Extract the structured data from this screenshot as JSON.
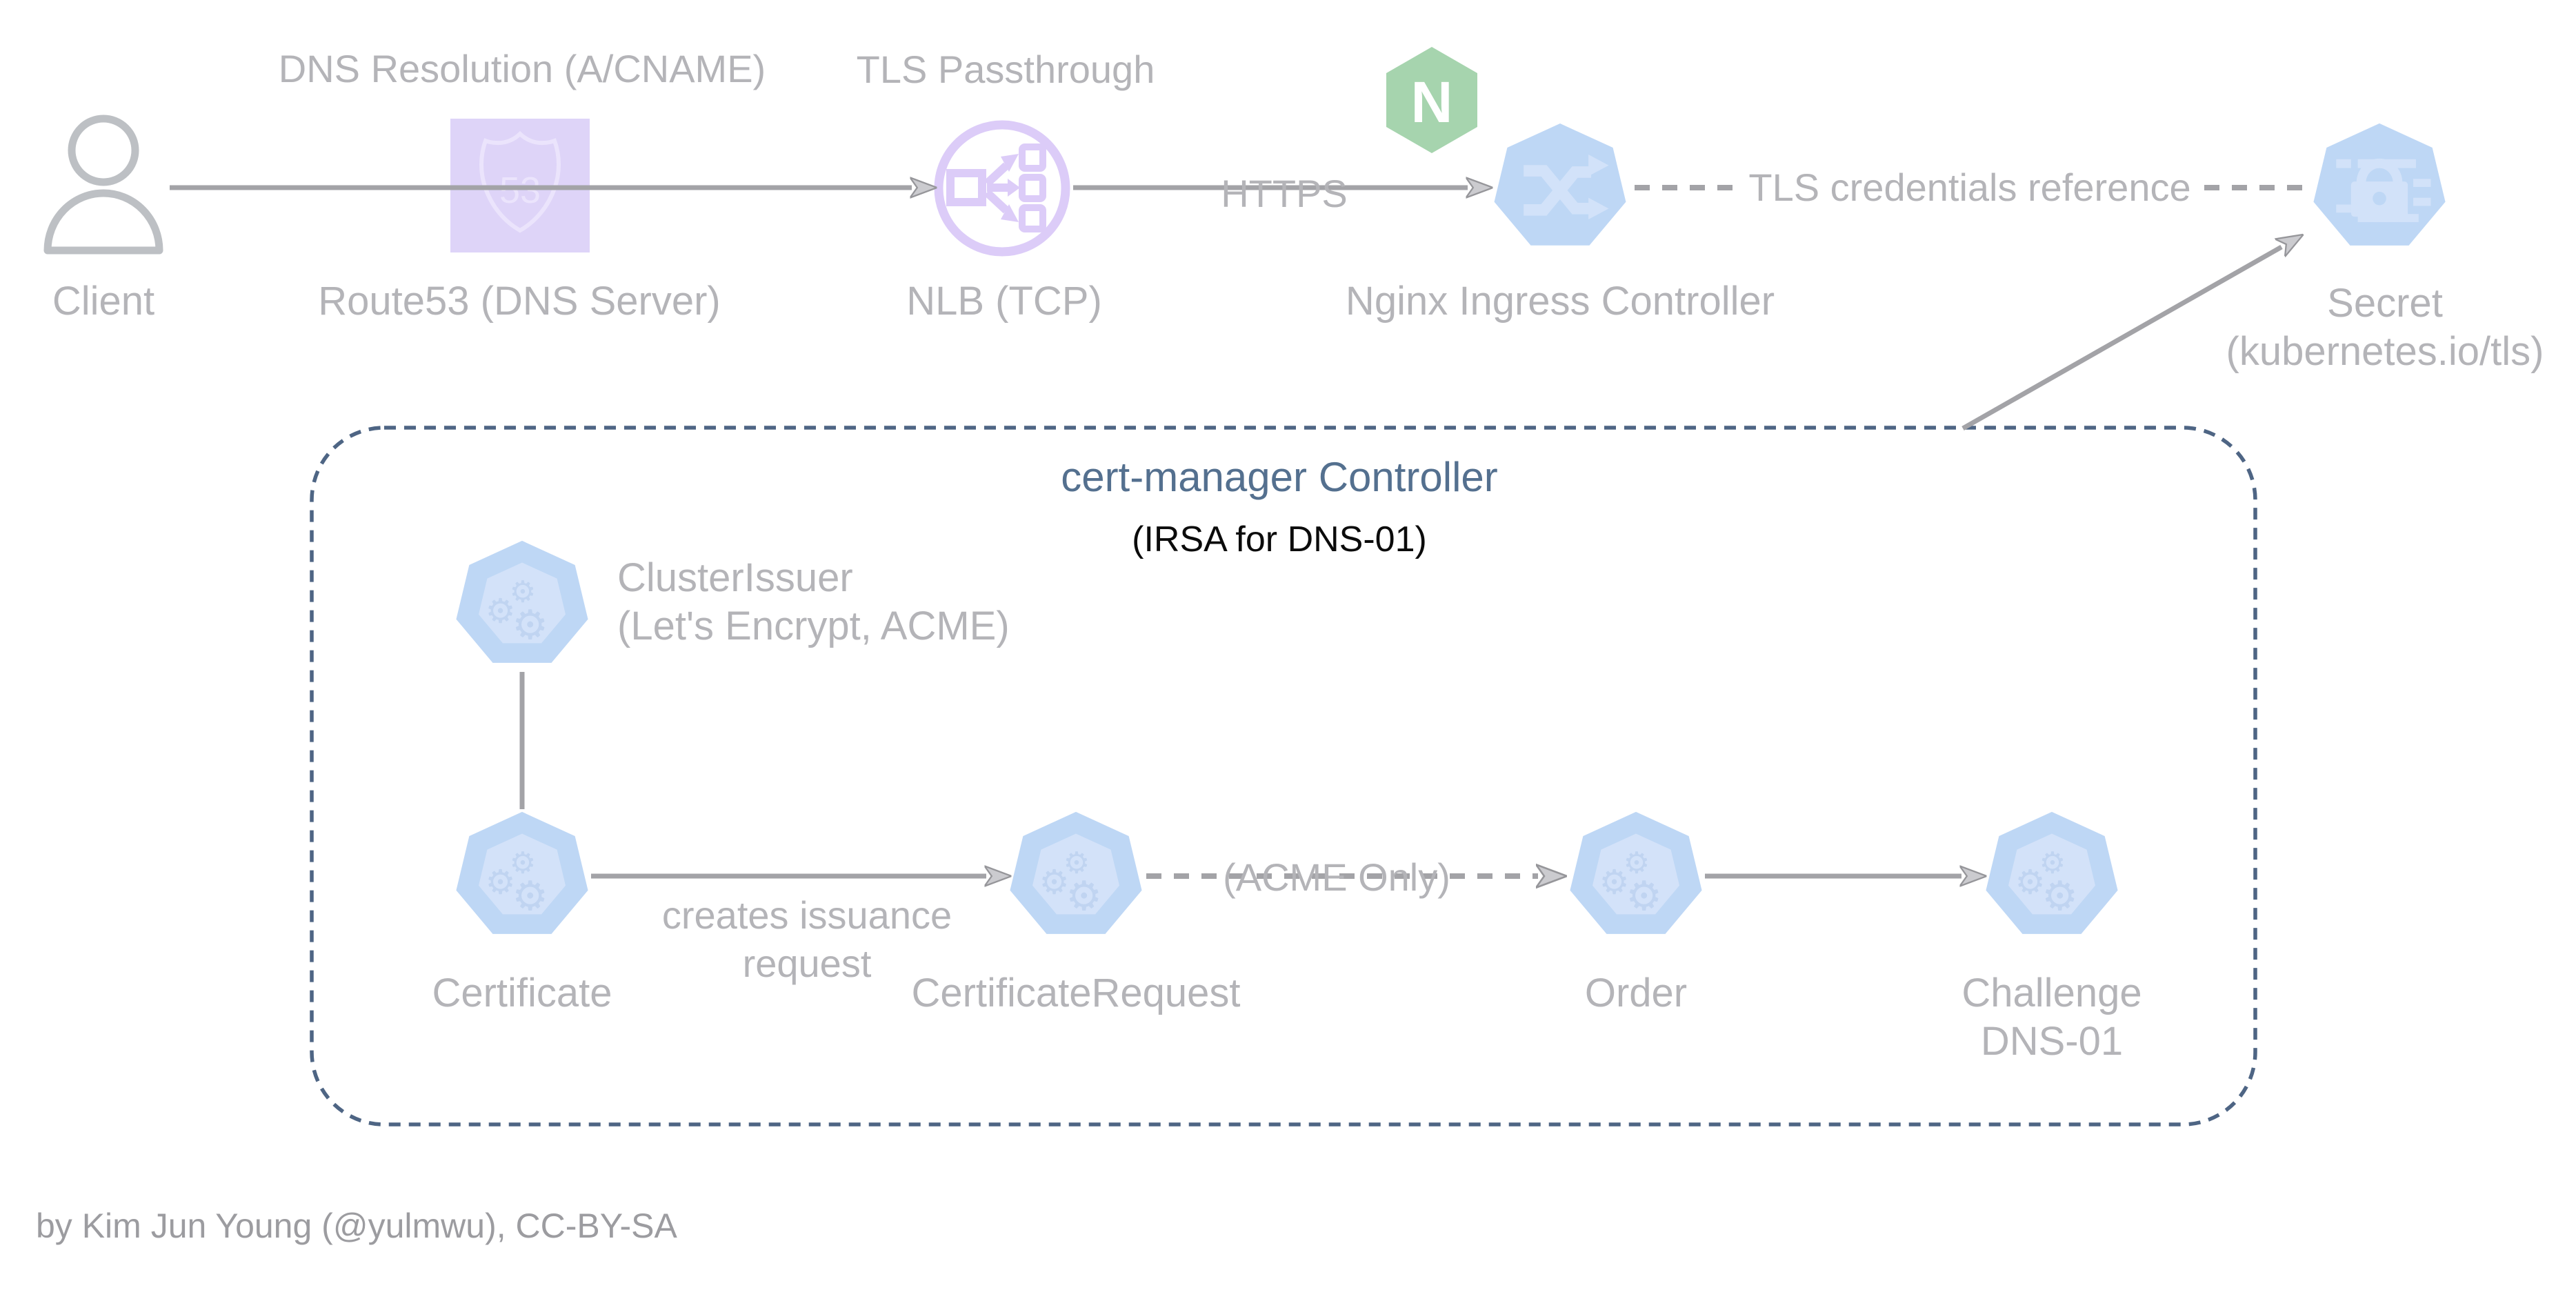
{
  "nodes": {
    "client": {
      "label": "Client"
    },
    "route53": {
      "label": "Route53 (DNS Server)",
      "badge": "53"
    },
    "nlb": {
      "label": "NLB (TCP)"
    },
    "nginx_ingress": {
      "label": "Nginx Ingress Controller",
      "logo_letter": "N"
    },
    "secret": {
      "label": "Secret",
      "sublabel": "(kubernetes.io/tls)"
    },
    "cluster_issuer": {
      "label": "ClusterIssuer",
      "sublabel": "(Let's Encrypt, ACME)"
    },
    "certificate": {
      "label": "Certificate"
    },
    "certificate_request": {
      "label": "CertificateRequest"
    },
    "order": {
      "label": "Order"
    },
    "challenge": {
      "label": "Challenge",
      "sublabel": "DNS-01"
    }
  },
  "edges": {
    "dns_resolution": "DNS Resolution (A/CNAME)",
    "tls_passthrough": "TLS Passthrough",
    "https": "HTTPS",
    "tls_credentials_reference": "TLS credentials reference",
    "creates_issuance_request": "creates issuance request",
    "acme_only": "(ACME Only)"
  },
  "group": {
    "title": "cert-manager Controller",
    "subtitle": "(IRSA for DNS-01)"
  },
  "attribution": "by Kim Jun Young (@yulmwu), CC-BY-SA",
  "colors": {
    "label_gray": "#b4b4b8",
    "line_gray": "#a3a3a7",
    "group_border_blue": "#4e6584",
    "group_title_blue": "#54708f",
    "k8s_icon_blue": "#bed7f5",
    "k8s_icon_inner_blue": "#d3e2f9",
    "route53_lavender": "#ded4f8",
    "nlb_lavender": "#dcccf8",
    "nginx_green": "#a6d4ae",
    "subtitle_black": "#0b0b0b"
  },
  "icons": {
    "client": "person-icon",
    "route53": "route53-shield-icon",
    "nlb": "load-balancer-icon",
    "nginx": "nginx-logo-icon",
    "nginx_ingress": "ingress-crossed-arrows-icon",
    "secret": "lock-icon",
    "crd": "k8s-crd-gears-icon"
  }
}
